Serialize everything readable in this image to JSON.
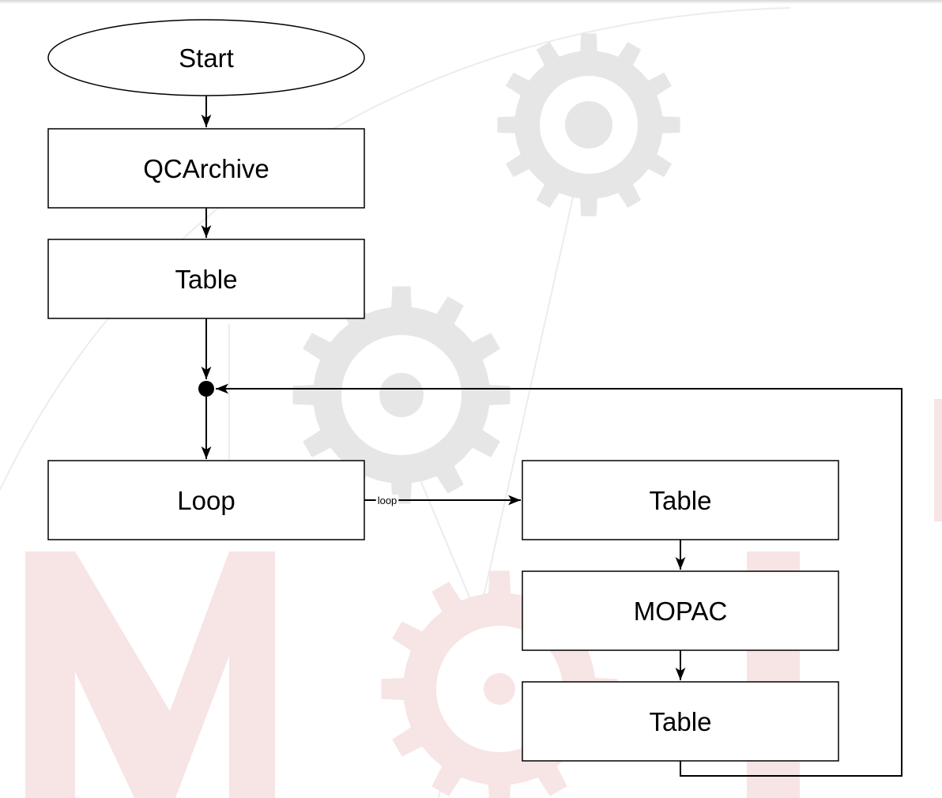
{
  "diagram": {
    "nodes": [
      {
        "id": "start",
        "label": "Start",
        "shape": "ellipse"
      },
      {
        "id": "qcarchive",
        "label": "QCArchive",
        "shape": "rect"
      },
      {
        "id": "table1",
        "label": "Table",
        "shape": "rect"
      },
      {
        "id": "join",
        "label": "",
        "shape": "junction"
      },
      {
        "id": "loop",
        "label": "Loop",
        "shape": "rect"
      },
      {
        "id": "table2",
        "label": "Table",
        "shape": "rect"
      },
      {
        "id": "mopac",
        "label": "MOPAC",
        "shape": "rect"
      },
      {
        "id": "table3",
        "label": "Table",
        "shape": "rect"
      }
    ],
    "edges": [
      {
        "from": "start",
        "to": "qcarchive",
        "label": ""
      },
      {
        "from": "qcarchive",
        "to": "table1",
        "label": ""
      },
      {
        "from": "table1",
        "to": "join",
        "label": ""
      },
      {
        "from": "join",
        "to": "loop",
        "label": ""
      },
      {
        "from": "loop",
        "to": "table2",
        "label": "loop"
      },
      {
        "from": "table2",
        "to": "mopac",
        "label": ""
      },
      {
        "from": "mopac",
        "to": "table3",
        "label": ""
      },
      {
        "from": "table3",
        "to": "join",
        "label": ""
      }
    ]
  },
  "colors": {
    "line": "#000000",
    "node_fill": "#ffffff",
    "watermark_gear": "#e6e6e6",
    "watermark_letters": "#f7e4e4"
  }
}
